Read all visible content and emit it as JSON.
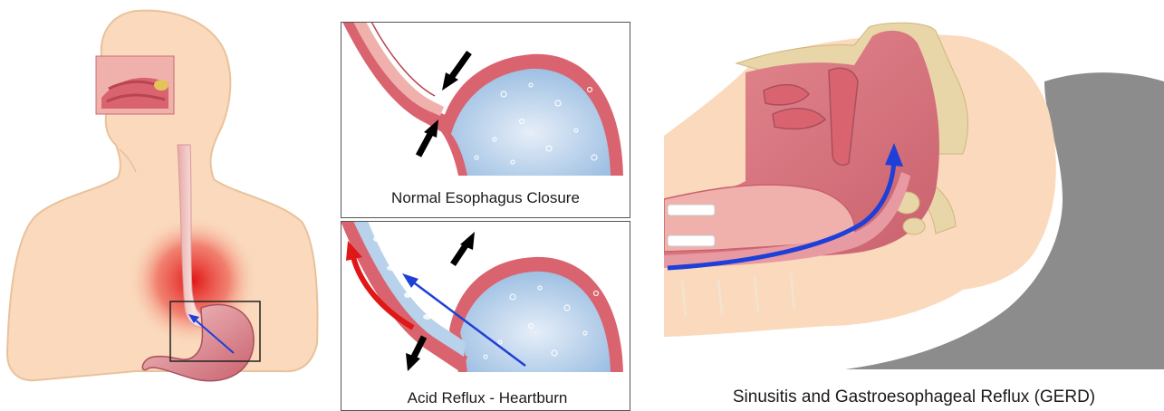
{
  "captions": {
    "normal": "Normal Esophagus Closure",
    "reflux": "Acid Reflux - Heartburn",
    "gerd": "Sinusitis and Gastroesophageal Reflux (GERD)"
  },
  "colors": {
    "skin": "#fad9bc",
    "skin_outline": "#e9c29b",
    "tissue": "#d9646f",
    "tissue_dark": "#b94452",
    "inner_lining": "#f0b1ad",
    "stomach_fluid": "#c9dcef",
    "acid_arrow": "#1e3fd8",
    "burn_red": "#e01717",
    "pillow": "#8c8c8c",
    "bone": "#e8d6a9"
  },
  "icons": [
    "down-arrow-icon",
    "up-arrow-icon",
    "reflux-arrow-icon"
  ]
}
